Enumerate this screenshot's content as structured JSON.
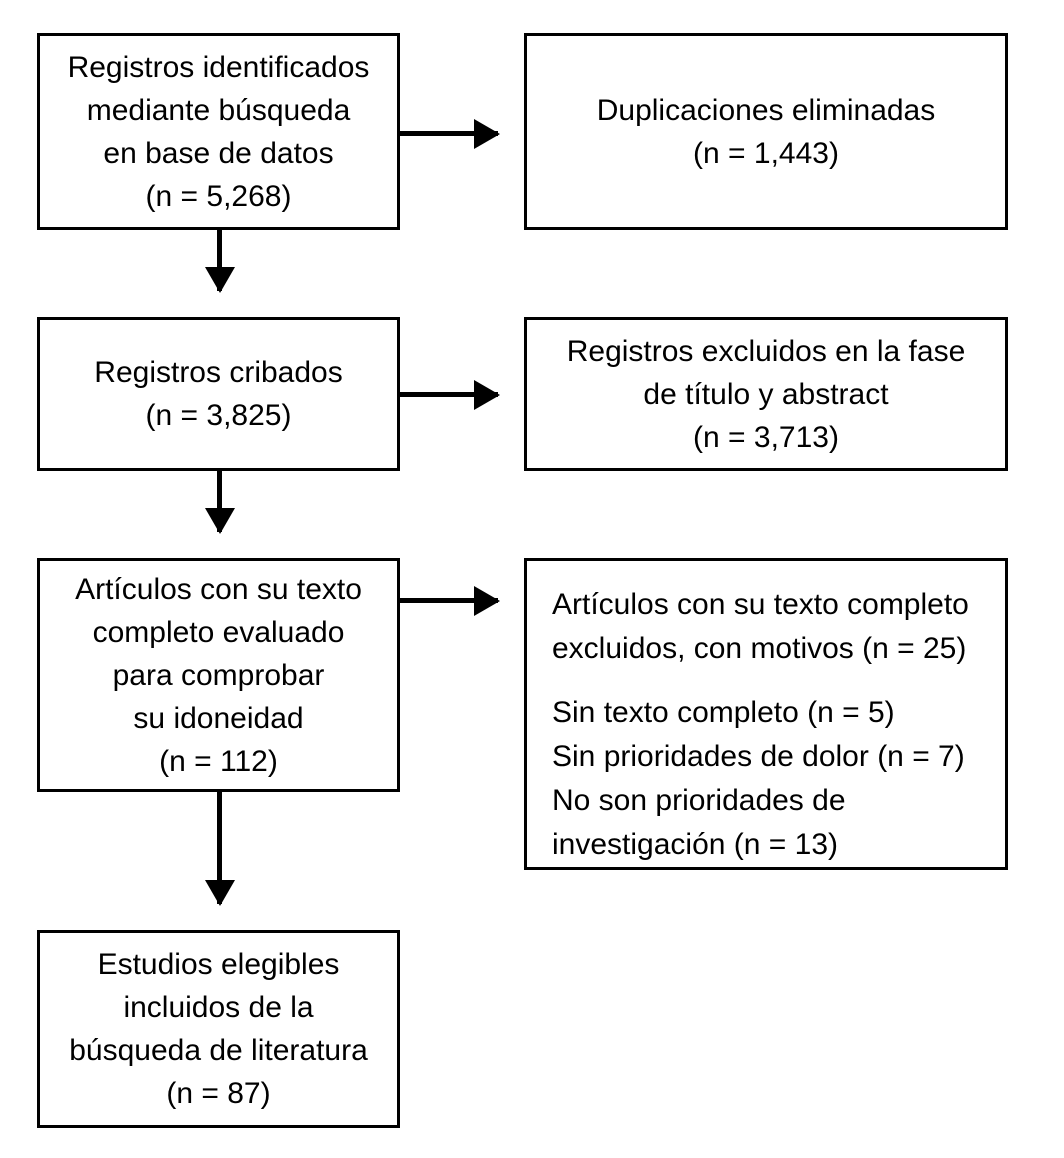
{
  "diagram": {
    "type": "prisma-flow-diagram",
    "language": "es",
    "colors": {
      "stroke": "#000000",
      "background": "#ffffff",
      "text": "#000000"
    },
    "boxes": {
      "identified": {
        "lines": [
          "Registros identificados",
          "mediante búsqueda",
          "en base de datos",
          "(n = 5,268)"
        ],
        "n": "5,268"
      },
      "duplicates": {
        "lines": [
          "Duplicaciones eliminadas",
          "(n = 1,443)"
        ],
        "n": "1,443"
      },
      "screened": {
        "lines": [
          "Registros cribados",
          "(n = 3,825)"
        ],
        "n": "3,825"
      },
      "excluded_title_abstract": {
        "lines": [
          "Registros excluidos en la fase",
          "de título y abstract",
          "(n = 3,713)"
        ],
        "n": "3,713"
      },
      "fulltext_assessed": {
        "lines": [
          "Artículos con su texto",
          "completo evaluado",
          "para comprobar",
          "su idoneidad",
          "(n = 112)"
        ],
        "n": "112"
      },
      "excluded_fulltext": {
        "lines": [
          "Artículos con su texto completo",
          "excluidos, con motivos (n = 25)",
          "",
          "Sin texto completo (n = 5)",
          "Sin prioridades de dolor (n = 7)",
          "No son prioridades de",
          "investigación (n = 13)"
        ],
        "n": "25",
        "reasons": [
          {
            "label": "Sin texto completo",
            "n": "5"
          },
          {
            "label": "Sin prioridades de dolor",
            "n": "7"
          },
          {
            "label": "No son prioridades de investigación",
            "n": "13"
          }
        ]
      },
      "included": {
        "lines": [
          "Estudios elegibles",
          "incluidos de la",
          "búsqueda de literatura",
          "(n = 87)"
        ],
        "n": "87"
      }
    }
  }
}
